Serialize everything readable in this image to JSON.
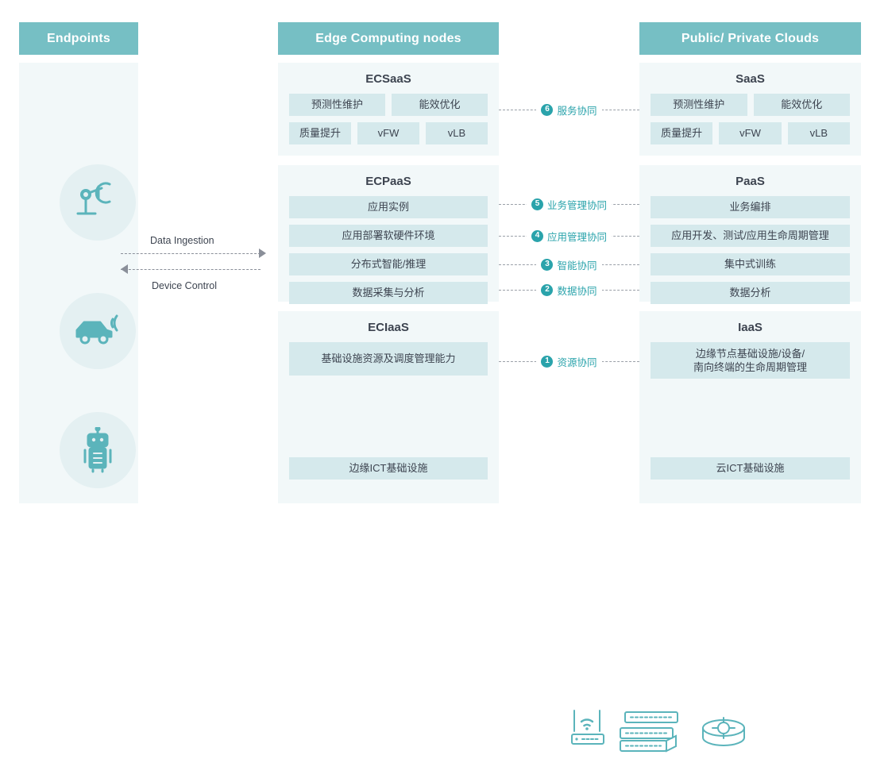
{
  "headers": {
    "endpoints": "Endpoints",
    "edge": "Edge Computing nodes",
    "clouds": "Public/ Private Clouds"
  },
  "endpoints": {
    "icons": [
      {
        "name": "robotic-arm-icon"
      },
      {
        "name": "connected-vehicle-icon"
      },
      {
        "name": "humanoid-robot-icon"
      }
    ]
  },
  "arrows": {
    "ingestion": "Data Ingestion",
    "control": "Device Control"
  },
  "edge": {
    "saas": {
      "title": "ECSaaS",
      "row1": [
        "预测性维护",
        "能效优化"
      ],
      "row2": [
        "质量提升",
        "vFW",
        "vLB"
      ]
    },
    "paas": {
      "title": "ECPaaS",
      "rows": [
        "应用实例",
        "应用部署软硬件环境",
        "分布式智能/推理",
        "数据采集与分析"
      ]
    },
    "iaas": {
      "title": "ECIaaS",
      "capability": "基础设施资源及调度管理能力",
      "footer": "边缘ICT基础设施"
    }
  },
  "cloud": {
    "saas": {
      "title": "SaaS",
      "row1": [
        "预测性维护",
        "能效优化"
      ],
      "row2": [
        "质量提升",
        "vFW",
        "vLB"
      ]
    },
    "paas": {
      "title": "PaaS",
      "rows": [
        "业务编排",
        "应用开发、测试/应用生命周期管理",
        "集中式训练",
        "数据分析"
      ]
    },
    "iaas": {
      "title": "IaaS",
      "capability_line1": "边缘节点基础设施/设备/",
      "capability_line2": "南向终端的生命周期管理",
      "footer": "云ICT基础设施"
    }
  },
  "connectors": [
    {
      "num": "6",
      "label": "服务协同"
    },
    {
      "num": "5",
      "label": "业务管理协同"
    },
    {
      "num": "4",
      "label": "应用管理协同"
    },
    {
      "num": "3",
      "label": "智能协同"
    },
    {
      "num": "2",
      "label": "数据协同"
    },
    {
      "num": "1",
      "label": "资源协同"
    }
  ],
  "colors": {
    "header_bg": "#76bfc4",
    "panel_bg": "#f2f8f9",
    "cell_bg": "#d5e9ec",
    "accent": "#2aa3ab",
    "icon": "#5bb4bb"
  }
}
